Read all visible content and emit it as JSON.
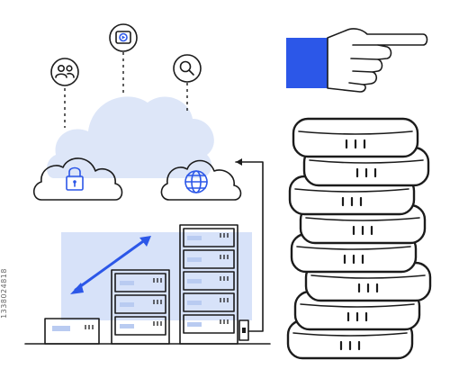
{
  "illustration": {
    "description_free": true,
    "colors": {
      "accent": "#2c57e8",
      "light_accent": "#dde6f8",
      "stroke": "#1b1b1b",
      "background": "#ffffff"
    },
    "icons": [
      "users-icon",
      "video-play-icon",
      "search-icon",
      "lock-icon",
      "globe-icon",
      "pointing-hand-icon"
    ],
    "coin_count": 8,
    "server_rack_unit_counts": [
      1,
      3,
      5
    ]
  },
  "watermark": {
    "stock_id": "1338024818"
  }
}
